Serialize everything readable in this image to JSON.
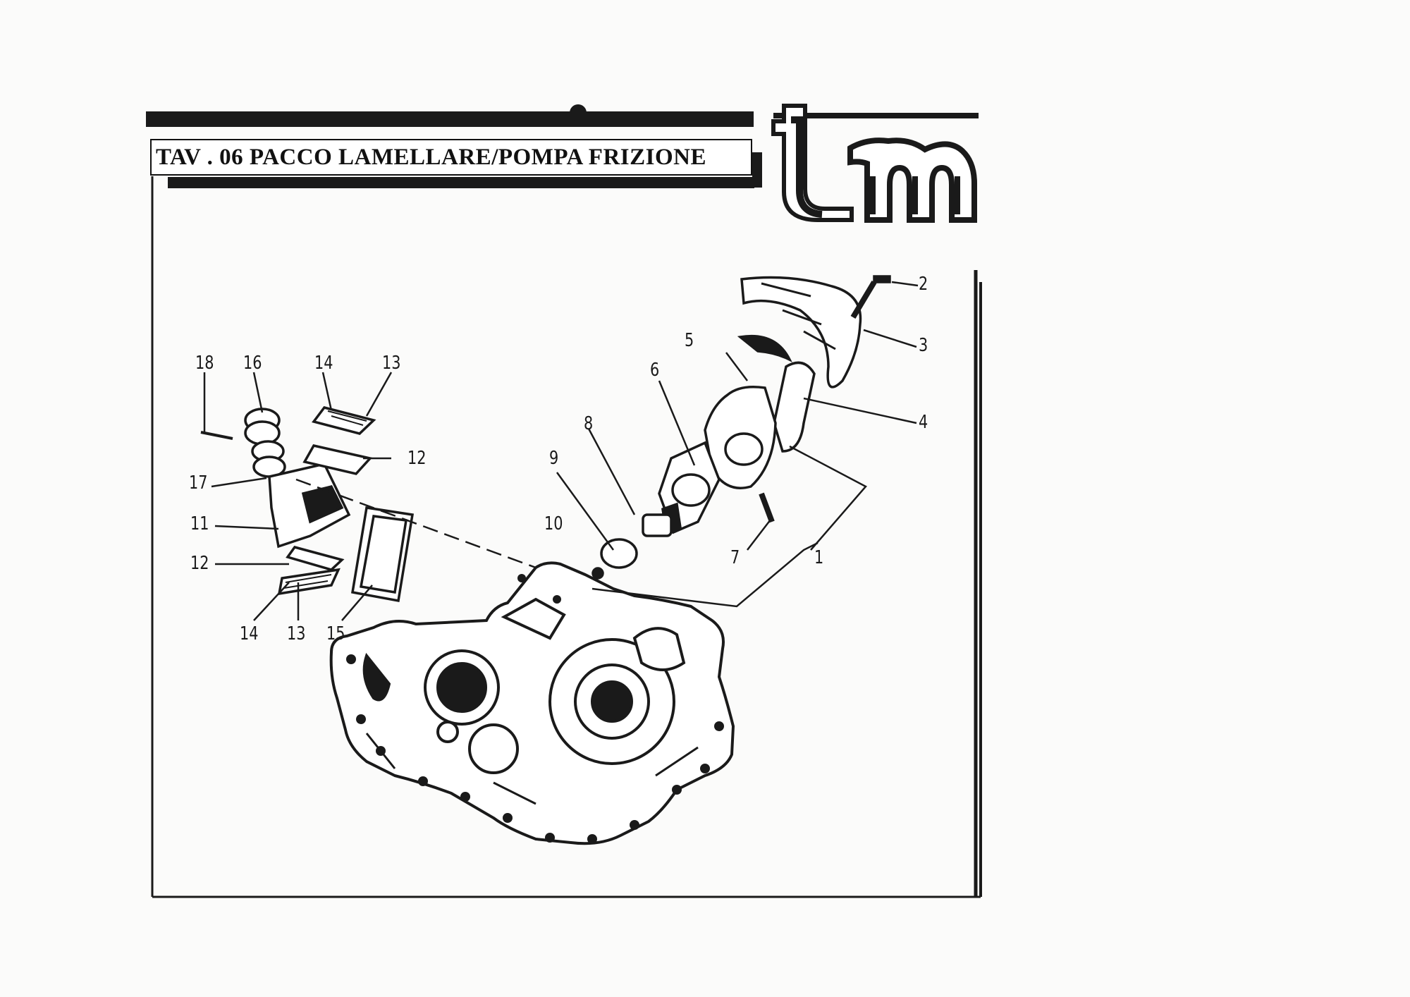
{
  "header": {
    "title": "TAV . 06 PACCO LAMELLARE/POMPA FRIZIONE",
    "logo_text": "tm"
  },
  "callouts": {
    "c1": "1",
    "c2": "2",
    "c3": "3",
    "c4": "4",
    "c5": "5",
    "c6": "6",
    "c7": "7",
    "c8": "8",
    "c9": "9",
    "c10": "10",
    "c11": "11",
    "c12a": "12",
    "c12b": "12",
    "c13a": "13",
    "c13b": "13",
    "c14a": "14",
    "c14b": "14",
    "c15": "15",
    "c16": "16",
    "c17": "17",
    "c18": "18"
  },
  "colors": {
    "ink": "#1a1a1a",
    "paper": "#fbfbfa"
  }
}
